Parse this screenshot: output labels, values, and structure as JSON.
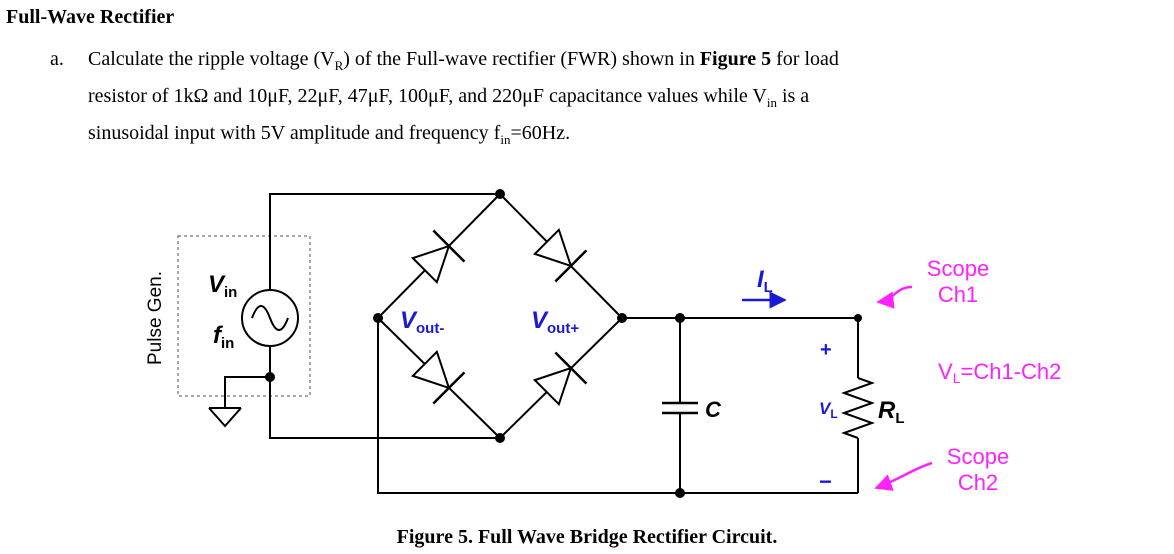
{
  "heading": "Full-Wave Rectifier",
  "item": {
    "marker": "a.",
    "line1_parts": [
      "Calculate the ripple voltage (V",
      "R",
      ") of the Full-wave rectifier (FWR) shown in ",
      "Figure 5",
      " for load"
    ],
    "line2_parts": [
      "resistor of 1kΩ and 10μF, 22μF, 47μF, 100μF, and 220μF capacitance values while V",
      "in",
      " is a"
    ],
    "line3_parts": [
      "sinusoidal input with 5V amplitude and frequency f",
      "in",
      "=60Hz."
    ]
  },
  "circuit": {
    "pulse_gen_label": "Pulse Gen.",
    "vin": {
      "main": "V",
      "sub": "in"
    },
    "fin": {
      "main": "f",
      "sub": "in"
    },
    "vout_minus": {
      "main": "V",
      "sub": "out-"
    },
    "vout_plus": {
      "main": "V",
      "sub": "out+"
    },
    "il": {
      "main": "I",
      "sub": "L"
    },
    "cap_label": "C",
    "vl": {
      "main": "V",
      "sub": "L"
    },
    "rl": {
      "main": "R",
      "sub": "L"
    },
    "plus_sign": "+",
    "minus_sign": "−",
    "scope_ch1": [
      "Scope",
      "Ch1"
    ],
    "scope_ch2": [
      "Scope",
      "Ch2"
    ],
    "vl_equation": {
      "prefix": "V",
      "sub": "L",
      "rest": "=Ch1-Ch2"
    },
    "colors": {
      "wire": "#000000",
      "label_blue": "#1a1ad6",
      "scope_magenta": "#ff22ff",
      "box_dash": "#8c8c8c"
    }
  },
  "caption": "Figure 5. Full Wave Bridge Rectifier Circuit."
}
